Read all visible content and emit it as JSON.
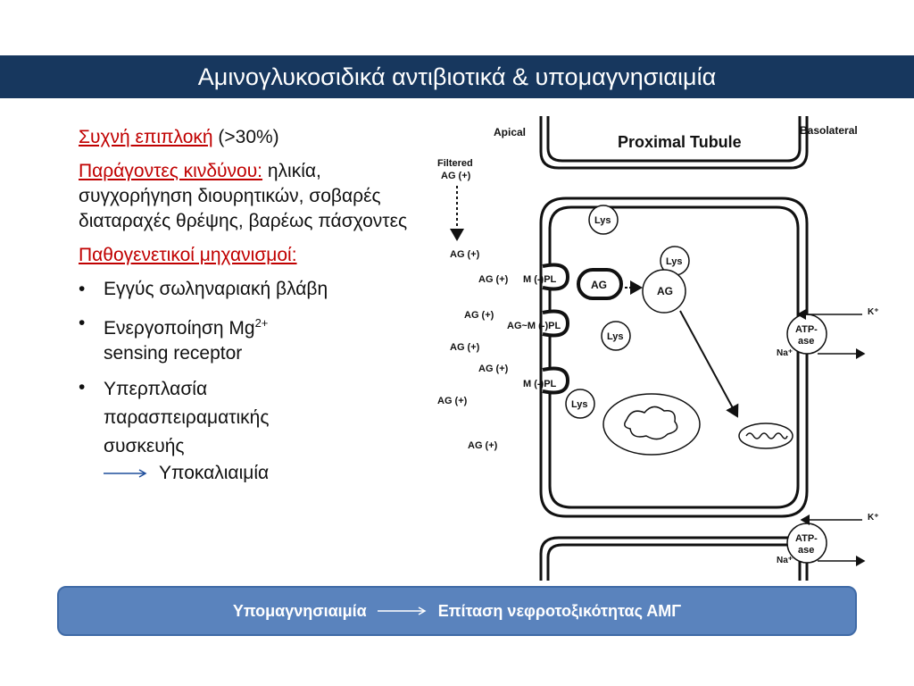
{
  "slide": {
    "title": "Αμινογλυκοσιδικά αντιβιοτικά & υπομαγνησιαιμία"
  },
  "left_text": {
    "line1_red": "Συχνή επιπλοκή",
    "line1_rest": " (>30%)",
    "risk_red": "Παράγοντες κινδύνου:",
    "risk_rest": " ηλικία, συγχορήγηση διουρητικών, σοβαρές διαταραχές θρέψης, βαρέως πάσχοντες",
    "mech_red": "Παθογενετικοί μηχανισμοί:",
    "bullet1": "Εγγύς σωληναριακή βλάβη",
    "bullet2_main": "Ενεργοποίηση Mg",
    "bullet2_sup": "2+",
    "bullet2_rest": "sensing receptor",
    "bullet3": "Υπερπλασία παρασπειραματικής συσκευής",
    "bullet3_result": "Υποκαλιαιμία",
    "bullet_char": "•"
  },
  "diagram": {
    "apical": "Apical",
    "title": "Proximal Tubule",
    "basolateral": "Basolateral",
    "filtered_1": "Filtered",
    "filtered_2": "AG (+)",
    "ag_labels": [
      "AG (+)",
      "AG (+)",
      "AG (+)",
      "AG (+)",
      "AG (+)",
      "AG (+)",
      "AG (+)"
    ],
    "mpl_1": "M (-)PL",
    "mpl_2": "AG~M (-)PL",
    "mpl_3": "M (-)PL",
    "lys": "Lys",
    "ag_vesicle": "AG",
    "ag_lys": "AG",
    "k_label": "K⁺",
    "na_label": "Na⁺",
    "atpase_1": "ATP-",
    "atpase_2": "ase"
  },
  "bottom_box": {
    "left": "Υπομαγνησιαιμία",
    "right": "Επίταση νεφροτοξικότητας ΑΜΓ"
  }
}
